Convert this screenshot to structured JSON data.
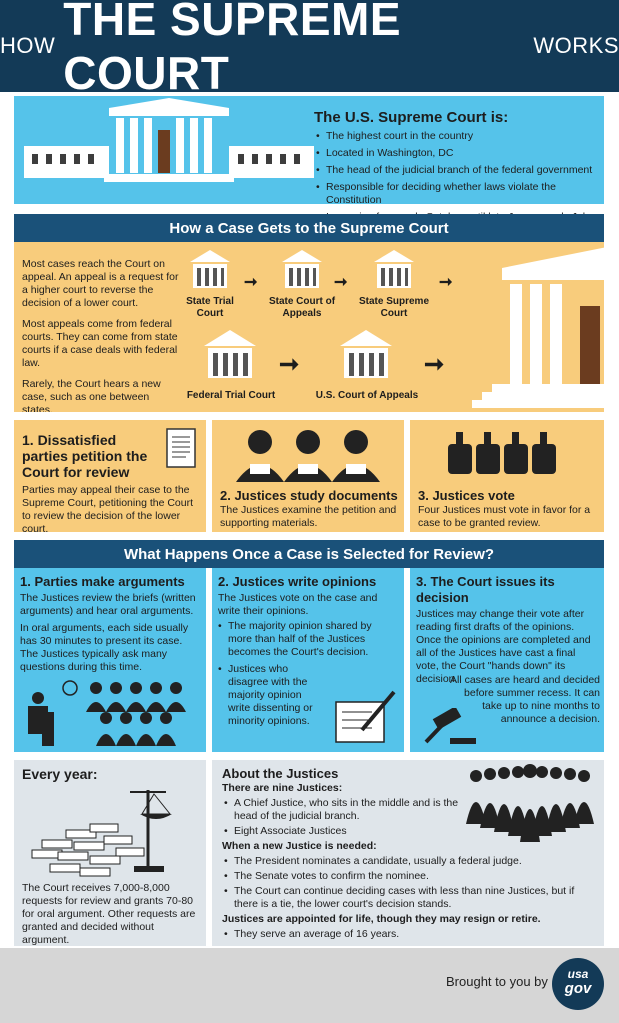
{
  "title": {
    "pre": "HOW",
    "main": "THE SUPREME COURT",
    "post": "WORKS"
  },
  "intro": {
    "heading": "The U.S. Supreme Court is:",
    "items": [
      "The highest court in the country",
      "Located in Washington, DC",
      "The head of the judicial branch of the federal government",
      "Responsible for deciding whether laws violate the Constitution",
      "In session from early October until late June or early July"
    ]
  },
  "how_case": {
    "heading": "How a Case Gets to the Supreme Court",
    "paras": [
      "Most cases reach the Court on appeal. An appeal is a request for a higher court to reverse the decision of a lower court.",
      "Most appeals come from federal courts. They can come from state courts if a case deals with federal law.",
      "Rarely, the Court hears a new case, such as one between states."
    ],
    "courts_state": [
      "State Trial Court",
      "State Court of Appeals",
      "State Supreme Court"
    ],
    "courts_federal": [
      "Federal Trial Court",
      "U.S. Court of Appeals"
    ]
  },
  "steps": [
    {
      "title": "1. Dissatisfied parties petition the Court for review",
      "text": "Parties may appeal their case to the Supreme Court, petitioning the Court to review the decision of the lower court."
    },
    {
      "title": "2. Justices study documents",
      "text": "The Justices examine the petition and supporting materials."
    },
    {
      "title": "3. Justices vote",
      "text": "Four Justices must vote in favor for a case to be granted review."
    }
  ],
  "review": {
    "heading": "What Happens Once a Case is Selected for Review?",
    "col1": {
      "title": "1. Parties make arguments",
      "p1": "The Justices review the briefs (written arguments) and hear oral arguments.",
      "p2": "In oral arguments, each side usually has 30 minutes to present its case. The Justices typically ask many questions during this time."
    },
    "col2": {
      "title": "2. Justices write opinions",
      "p1": "The Justices vote on the case and write their opinions.",
      "b1": "The majority opinion shared by more than half of the Justices becomes the Court's decision.",
      "b2": "Justices who disagree with the majority opinion write dissenting or minority opinions."
    },
    "col3": {
      "title": "3. The Court issues its decision",
      "p1": "Justices may change their vote after reading first drafts of the opinions. Once the opinions are completed and all of the Justices have cast a final vote, the Court \"hands down\" its decision.",
      "p2": "All cases are heard and decided before summer recess. It can take up to nine months to announce a decision."
    }
  },
  "every_year": {
    "heading": "Every year:",
    "text": "The Court receives 7,000-8,000 requests for review and grants 70-80 for oral argument. Other requests are granted and decided without argument."
  },
  "about": {
    "heading": "About the Justices",
    "sub1": "There are nine Justices:",
    "items1": [
      "A Chief Justice, who sits in the middle and is the head of the judicial branch.",
      "Eight Associate Justices"
    ],
    "sub2": "When a new Justice is needed:",
    "items2": [
      "The President nominates a candidate, usually a federal judge.",
      "The Senate votes to confirm the nominee.",
      "The Court can continue deciding cases with less than nine Justices, but if there is a tie, the lower court's decision stands."
    ],
    "sub3": "Justices are appointed for life, though they may resign or retire.",
    "items3": [
      "They serve an average of 16 years."
    ]
  },
  "footer": {
    "text": "Brought to you by",
    "logo_top": "usa",
    "logo_bottom": "gov"
  },
  "colors": {
    "navy": "#133a57",
    "band": "#1a5179",
    "sky": "#55c3ea",
    "tan": "#f8cc7c",
    "grey": "#dfe5ea"
  }
}
